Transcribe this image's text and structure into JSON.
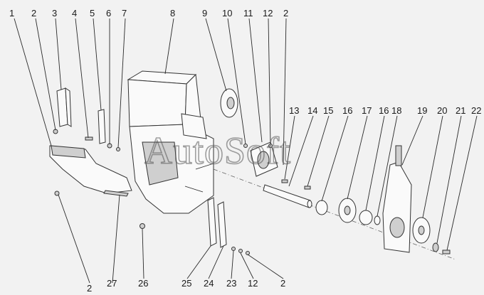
{
  "labels": [
    {
      "id": "top-1",
      "text": "1"
    },
    {
      "id": "top-2a",
      "text": "2"
    },
    {
      "id": "top-3",
      "text": "3"
    },
    {
      "id": "top-4",
      "text": "4"
    },
    {
      "id": "top-5",
      "text": "5"
    },
    {
      "id": "top-6",
      "text": "6"
    },
    {
      "id": "top-7",
      "text": "7"
    },
    {
      "id": "top-8",
      "text": "8"
    },
    {
      "id": "top-9",
      "text": "9"
    },
    {
      "id": "top-10",
      "text": "10"
    },
    {
      "id": "top-11",
      "text": "11"
    },
    {
      "id": "top-12",
      "text": "12"
    },
    {
      "id": "top-2b",
      "text": "2"
    },
    {
      "id": "mid-13",
      "text": "13"
    },
    {
      "id": "mid-14",
      "text": "14"
    },
    {
      "id": "mid-15",
      "text": "15"
    },
    {
      "id": "mid-16a",
      "text": "16"
    },
    {
      "id": "mid-17",
      "text": "17"
    },
    {
      "id": "mid-16b",
      "text": "16"
    },
    {
      "id": "mid-18",
      "text": "18"
    },
    {
      "id": "mid-19",
      "text": "19"
    },
    {
      "id": "mid-20",
      "text": "20"
    },
    {
      "id": "mid-21",
      "text": "21"
    },
    {
      "id": "mid-22",
      "text": "22"
    },
    {
      "id": "bot-2a",
      "text": "2"
    },
    {
      "id": "bot-27",
      "text": "27"
    },
    {
      "id": "bot-26",
      "text": "26"
    },
    {
      "id": "bot-25",
      "text": "25"
    },
    {
      "id": "bot-24",
      "text": "24"
    },
    {
      "id": "bot-23",
      "text": "23"
    },
    {
      "id": "bot-12",
      "text": "12"
    },
    {
      "id": "bot-2b",
      "text": "2"
    }
  ],
  "watermark": "AutoSoft"
}
